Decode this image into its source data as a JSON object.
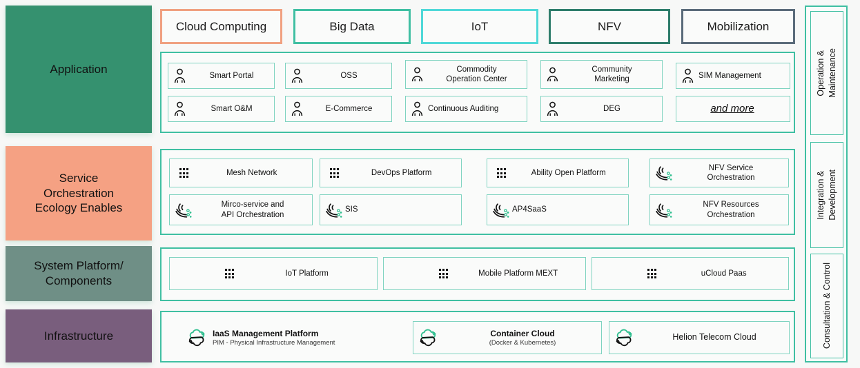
{
  "layers": [
    {
      "key": "application",
      "label": "Application",
      "color": "#35916f",
      "text_color": "#111111"
    },
    {
      "key": "service_orchestration",
      "label": "Service\nOrchestration\nEcology Enables",
      "color": "#f5a183",
      "text_color": "#111111"
    },
    {
      "key": "system_platform",
      "label": "System Platform/\nComponents",
      "color": "#6f8f86",
      "text_color": "#111111"
    },
    {
      "key": "infrastructure",
      "label": "Infrastructure",
      "color": "#795e7d",
      "text_color": "#111111"
    }
  ],
  "categories": [
    {
      "label": "Cloud Computing",
      "border": "#f0a080"
    },
    {
      "label": "Big Data",
      "border": "#3fbfa2"
    },
    {
      "label": "IoT",
      "border": "#4fd8d8"
    },
    {
      "label": "NFV",
      "border": "#2e7d6b"
    },
    {
      "label": "Mobilization",
      "border": "#5a6b7a"
    }
  ],
  "application_items": [
    {
      "label": "Smart Portal",
      "icon": "person-icon",
      "align": "center"
    },
    {
      "label": "OSS",
      "icon": "person-icon",
      "align": "center"
    },
    {
      "label": "Commodity\nOperation Center",
      "icon": "person-icon",
      "align": "center"
    },
    {
      "label": "Community\nMarketing",
      "icon": "person-icon",
      "align": "center"
    },
    {
      "label": "SIM Management",
      "icon": "person-icon",
      "align": "left"
    },
    {
      "label": "Smart O&M",
      "icon": "person-icon",
      "align": "center"
    },
    {
      "label": "E-Commerce",
      "icon": "person-icon",
      "align": "center"
    },
    {
      "label": "Continuous Auditing",
      "icon": "person-icon",
      "align": "left"
    },
    {
      "label": "DEG",
      "icon": "person-icon",
      "align": "center"
    },
    {
      "label": "and more",
      "icon": "none",
      "align": "center",
      "style": "italic-underline"
    }
  ],
  "service_items": [
    {
      "label": "Mesh Network",
      "icon": "dot-grid-icon"
    },
    {
      "label": "DevOps Platform",
      "icon": "dot-grid-icon"
    },
    {
      "label": "Ability Open Platform",
      "icon": "dot-grid-icon"
    },
    {
      "label": "NFV Service\nOrchestration",
      "icon": "orchestration-icon"
    },
    {
      "label": "Mirco-service and\nAPI Orchestration",
      "icon": "orchestration-icon"
    },
    {
      "label": "SIS",
      "icon": "orchestration-icon"
    },
    {
      "label": "AP4SaaS",
      "icon": "orchestration-icon"
    },
    {
      "label": "NFV Resources\nOrchestration",
      "icon": "orchestration-icon"
    }
  ],
  "platform_items": [
    {
      "label": "IoT Platform",
      "icon": "dot-grid-icon"
    },
    {
      "label": "Mobile Platform MEXT",
      "icon": "dot-grid-icon"
    },
    {
      "label": "uCloud Paas",
      "icon": "dot-grid-icon"
    }
  ],
  "infrastructure_items": [
    {
      "title": "IaaS Management Platform",
      "subtitle": "PIM - Physical Infrastructure Management",
      "icon": "cloud-icon",
      "boxed": false
    },
    {
      "title": "Container Cloud",
      "subtitle": "(Docker & Kubernetes)",
      "icon": "cloud-icon",
      "boxed": true
    },
    {
      "title": "Helion Telecom Cloud",
      "subtitle": "",
      "icon": "cloud-icon",
      "boxed": true
    }
  ],
  "rail_items": [
    {
      "label": "Operation &\nMaintenance"
    },
    {
      "label": "Integration &\nDevelopment"
    },
    {
      "label": "Consultation & Control"
    }
  ],
  "colors": {
    "teal_border": "#3fbfa2",
    "teal_light_border": "#7fd3c0",
    "panel_bg": "#fafbfa",
    "page_bg": "#f7f8f7",
    "icon_green": "#2fbf8f",
    "icon_dark": "#111111"
  }
}
